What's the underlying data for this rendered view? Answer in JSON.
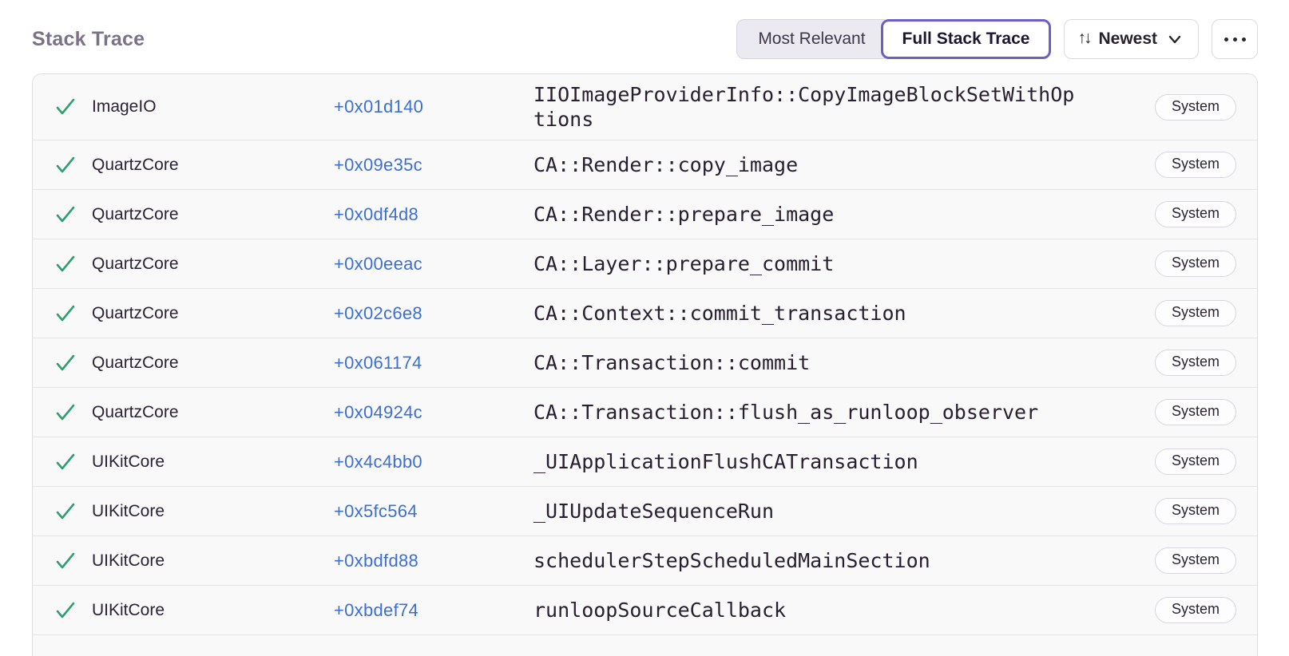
{
  "header": {
    "title": "Stack Trace",
    "view_toggle": {
      "options": [
        "Most Relevant",
        "Full Stack Trace"
      ],
      "selected": "Full Stack Trace"
    },
    "sort": {
      "label": "Newest",
      "icon": "sort-arrows-icon",
      "arrows_glyph": "↑↓"
    },
    "more": {
      "icon": "ellipsis-icon"
    }
  },
  "colors": {
    "accent_purple": "#6c5fc7",
    "link_blue": "#3c6fd4",
    "check_green": "#2f9e70",
    "row_background": "#f9f9fa",
    "border": "#e0dce6",
    "title_text": "#7b7189",
    "dark_text": "#2b2233"
  },
  "table": {
    "badge_label": "System",
    "rows": [
      {
        "module": "ImageIO",
        "address": "+0x01d140",
        "function": "IIOImageProviderInfo::CopyImageBlockSetWithOptions",
        "badge": "System"
      },
      {
        "module": "QuartzCore",
        "address": "+0x09e35c",
        "function": "CA::Render::copy_image",
        "badge": "System"
      },
      {
        "module": "QuartzCore",
        "address": "+0x0df4d8",
        "function": "CA::Render::prepare_image",
        "badge": "System"
      },
      {
        "module": "QuartzCore",
        "address": "+0x00eeac",
        "function": "CA::Layer::prepare_commit",
        "badge": "System"
      },
      {
        "module": "QuartzCore",
        "address": "+0x02c6e8",
        "function": "CA::Context::commit_transaction",
        "badge": "System"
      },
      {
        "module": "QuartzCore",
        "address": "+0x061174",
        "function": "CA::Transaction::commit",
        "badge": "System"
      },
      {
        "module": "QuartzCore",
        "address": "+0x04924c",
        "function": "CA::Transaction::flush_as_runloop_observer",
        "badge": "System"
      },
      {
        "module": "UIKitCore",
        "address": "+0x4c4bb0",
        "function": "_UIApplicationFlushCATransaction",
        "badge": "System"
      },
      {
        "module": "UIKitCore",
        "address": "+0x5fc564",
        "function": "_UIUpdateSequenceRun",
        "badge": "System"
      },
      {
        "module": "UIKitCore",
        "address": "+0xbdfd88",
        "function": "schedulerStepScheduledMainSection",
        "badge": "System"
      },
      {
        "module": "UIKitCore",
        "address": "+0xbdef74",
        "function": "runloopSourceCallback",
        "badge": "System"
      }
    ]
  }
}
